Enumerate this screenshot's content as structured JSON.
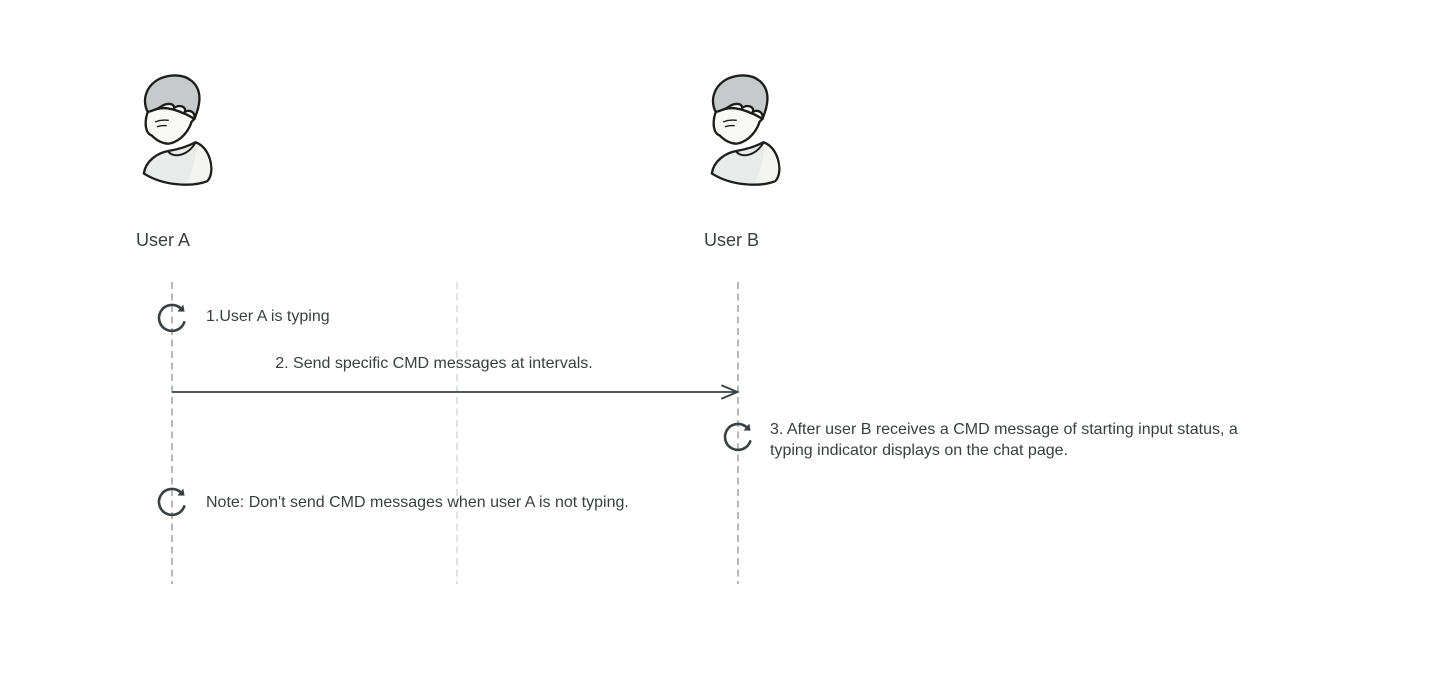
{
  "diagram": {
    "actors": [
      {
        "label": "User A"
      },
      {
        "label": "User B"
      }
    ],
    "messages": {
      "step1": "1.User A is typing",
      "step2": "2. Send specific CMD messages at intervals.",
      "step3": "3. After user B receives a CMD message of starting input status, a typing indicator displays on the chat page.",
      "note": "Note: Don't send CMD messages when user A is not typing."
    },
    "colors": {
      "text": "#3a3e43",
      "lifeline": "#a9adb2",
      "lifeline_faint": "#d6d8da",
      "arrow": "#3a3f44",
      "loop_icon": "#3a3f44",
      "avatar_outline": "#1d1d1b",
      "avatar_hair": "#c7cacb",
      "avatar_face": "#f8f8f6",
      "avatar_shirt": "#e9ebea",
      "background": "#ffffff"
    }
  }
}
